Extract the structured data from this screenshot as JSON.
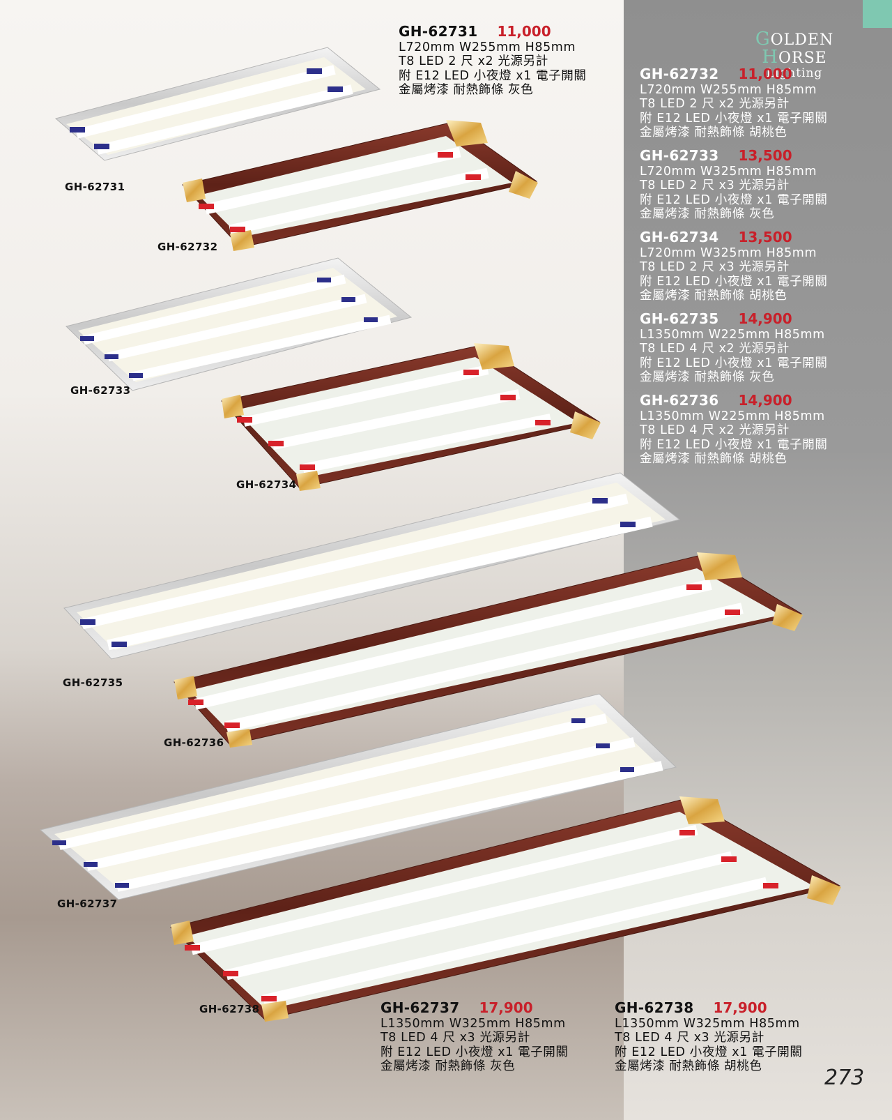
{
  "brand": {
    "line1_cap1": "G",
    "line1_part1": "OLDEN ",
    "line1_cap2": "H",
    "line1_part2": "ORSE",
    "line2": "Lighting"
  },
  "page_number": "273",
  "colors": {
    "panel": "#9a9a9a",
    "accent": "#7fc8b1",
    "price": "#c8202a"
  },
  "products": [
    {
      "code": "GH-62731",
      "price": "11,000",
      "dims": "L720mm  W255mm  H85mm",
      "tubes": "T8 LED 2 尺 x2 光源另計",
      "extras": "附 E12 LED 小夜燈 x1 電子開關",
      "finish": "金屬烤漆  耐熱飾條  灰色",
      "label": "GH-62731"
    },
    {
      "code": "GH-62732",
      "price": "11,000",
      "dims": "L720mm  W255mm  H85mm",
      "tubes": "T8 LED 2 尺 x2 光源另計",
      "extras": "附 E12 LED 小夜燈 x1 電子開關",
      "finish": "金屬烤漆  耐熱飾條  胡桃色",
      "label": "GH-62732"
    },
    {
      "code": "GH-62733",
      "price": "13,500",
      "dims": "L720mm  W325mm  H85mm",
      "tubes": "T8 LED 2 尺 x3 光源另計",
      "extras": "附 E12 LED 小夜燈 x1 電子開關",
      "finish": "金屬烤漆  耐熱飾條  灰色",
      "label": "GH-62733"
    },
    {
      "code": "GH-62734",
      "price": "13,500",
      "dims": "L720mm  W325mm  H85mm",
      "tubes": "T8 LED 2 尺 x3 光源另計",
      "extras": "附 E12 LED 小夜燈 x1 電子開關",
      "finish": "金屬烤漆  耐熱飾條  胡桃色",
      "label": "GH-62734"
    },
    {
      "code": "GH-62735",
      "price": "14,900",
      "dims": "L1350mm  W225mm  H85mm",
      "tubes": "T8 LED 4 尺 x2 光源另計",
      "extras": "附 E12 LED 小夜燈 x1 電子開關",
      "finish": "金屬烤漆  耐熱飾條  灰色",
      "label": "GH-62735"
    },
    {
      "code": "GH-62736",
      "price": "14,900",
      "dims": "L1350mm  W225mm  H85mm",
      "tubes": "T8 LED 4 尺 x2 光源另計",
      "extras": "附 E12 LED 小夜燈 x1 電子開關",
      "finish": "金屬烤漆  耐熱飾條  胡桃色",
      "label": "GH-62736"
    },
    {
      "code": "GH-62737",
      "price": "17,900",
      "dims": "L1350mm  W325mm  H85mm",
      "tubes": "T8 LED 4 尺 x3 光源另計",
      "extras": "附 E12 LED 小夜燈 x1 電子開關",
      "finish": "金屬烤漆  耐熱飾條  灰色",
      "label": "GH-62737"
    },
    {
      "code": "GH-62738",
      "price": "17,900",
      "dims": "L1350mm  W325mm  H85mm",
      "tubes": "T8 LED 4 尺 x3 光源另計",
      "extras": "附 E12 LED 小夜燈 x1 電子開關",
      "finish": "金屬烤漆  耐熱飾條  胡桃色",
      "label": "GH-62738"
    }
  ]
}
